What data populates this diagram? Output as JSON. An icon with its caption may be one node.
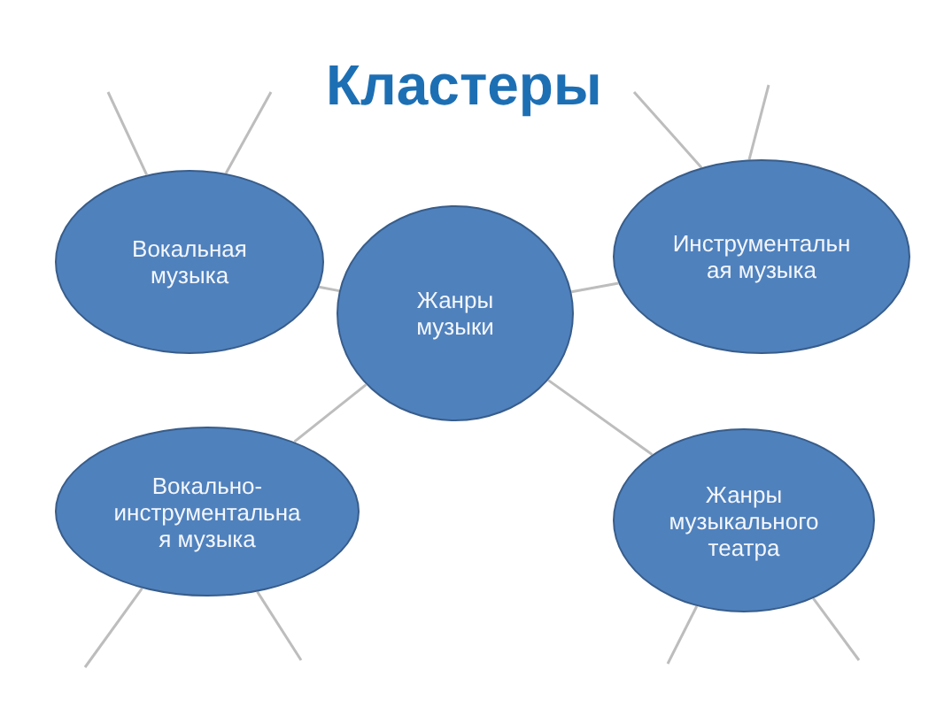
{
  "diagram": {
    "title": "Кластеры",
    "nodes": [
      {
        "text": [
          "Вокальная музыка"
        ]
      },
      {
        "text": [
          "Жанры музыки"
        ]
      },
      {
        "text": [
          "Инструментальная музыка"
        ]
      },
      {
        "text": [
          "Вокально-инструментальная музыка"
        ]
      },
      {
        "text": [
          "Жанры музыкального театра"
        ]
      }
    ],
    "edges": [
      {
        "from": 1,
        "to": 0,
        "arrow": "none"
      },
      {
        "from": 1,
        "to": 2,
        "arrow": "none"
      },
      {
        "from": 1,
        "to": 3,
        "arrow": "none"
      },
      {
        "from": 1,
        "to": 4,
        "arrow": "none"
      },
      {
        "from": 0,
        "to": null,
        "arrow": "none"
      },
      {
        "from": 0,
        "to": null,
        "arrow": "none"
      },
      {
        "from": 2,
        "to": null,
        "arrow": "none"
      },
      {
        "from": 2,
        "to": null,
        "arrow": "none"
      },
      {
        "from": 3,
        "to": null,
        "arrow": "none"
      },
      {
        "from": 3,
        "to": null,
        "arrow": "none"
      },
      {
        "from": 4,
        "to": null,
        "arrow": "none"
      },
      {
        "from": 4,
        "to": null,
        "arrow": "none"
      }
    ]
  }
}
